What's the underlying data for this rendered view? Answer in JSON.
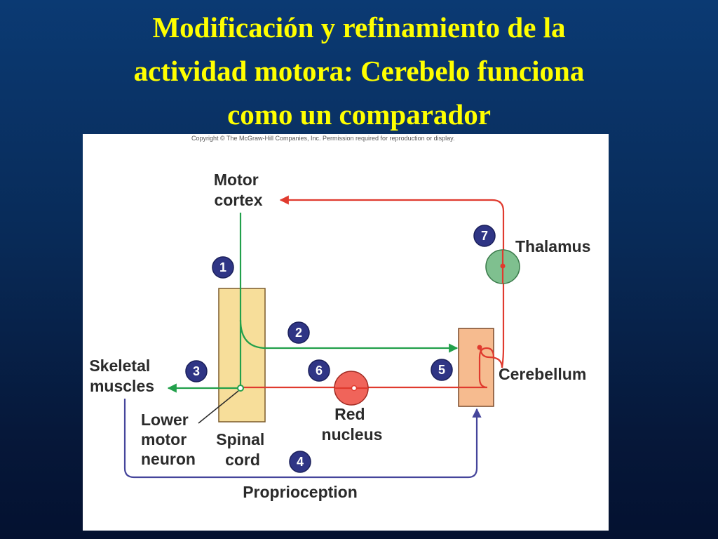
{
  "slide": {
    "title_lines": [
      "Modificación y refinamiento de la",
      "actividad motora: Cerebelo funciona",
      "como un comparador"
    ]
  },
  "figure": {
    "copyright": "Copyright © The McGraw-Hill Companies, Inc. Permission required for reproduction or display.",
    "labels": {
      "motor_cortex": [
        "Motor",
        "cortex"
      ],
      "thalamus": "Thalamus",
      "skeletal_muscles": [
        "Skeletal",
        "muscles"
      ],
      "cerebellum": "Cerebellum",
      "red_nucleus": [
        "Red",
        "nucleus"
      ],
      "lower_motor_neuron": [
        "Lower",
        "motor",
        "neuron"
      ],
      "spinal_cord": [
        "Spinal",
        "cord"
      ],
      "proprioception": "Proprioception"
    },
    "steps": [
      "1",
      "2",
      "3",
      "4",
      "5",
      "6",
      "7"
    ],
    "colors": {
      "descending_motor": "#22a04b",
      "feedback_loop": "#e03a2e",
      "proprioception": "#45459b",
      "step_badge": "#2f3585",
      "spinal_cord": "#f7de9a",
      "cerebellum": "#f6bb8f",
      "thalamus": "#7fc08f",
      "red_nucleus": "#f0645a",
      "title": "#ffff00"
    }
  }
}
